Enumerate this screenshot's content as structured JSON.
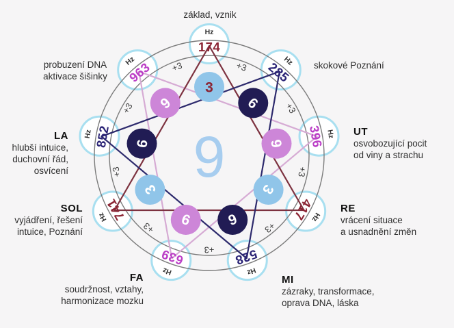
{
  "wheel": {
    "center_value": "9",
    "unit_label": "Hz",
    "step_label": "+3",
    "background": "#f6f5f6",
    "ring_stroke": "#a8dff0",
    "guide_circle_color": "#7b7b7b",
    "center_value_color": "#a7cdef",
    "digit_fills": {
      "3": "#90c5e9",
      "6": "#211c54",
      "9": "#cd86d8"
    },
    "nodes": [
      {
        "freq": "174",
        "digit": "3",
        "color": "#8b2433",
        "digit_color": "#8b2433"
      },
      {
        "freq": "285",
        "digit": "6",
        "color": "#2b2476",
        "digit_color": "#ffffff"
      },
      {
        "freq": "396",
        "digit": "9",
        "color": "#bb3ec6",
        "digit_color": "#ffffff"
      },
      {
        "freq": "417",
        "digit": "3",
        "color": "#8b2433",
        "digit_color": "#ffffff"
      },
      {
        "freq": "528",
        "digit": "6",
        "color": "#2b2476",
        "digit_color": "#ffffff"
      },
      {
        "freq": "639",
        "digit": "9",
        "color": "#bb3ec6",
        "digit_color": "#ffffff"
      },
      {
        "freq": "741",
        "digit": "3",
        "color": "#8b2433",
        "digit_color": "#ffffff"
      },
      {
        "freq": "852",
        "digit": "6",
        "color": "#2b2476",
        "digit_color": "#ffffff"
      },
      {
        "freq": "963",
        "digit": "9",
        "color": "#bb3ec6",
        "digit_color": "#ffffff"
      }
    ],
    "triangles": [
      {
        "name": "9",
        "color": "#d6abd4",
        "freqs": [
          "396",
          "639",
          "963"
        ]
      },
      {
        "name": "3",
        "color": "#7d3240",
        "freqs": [
          "174",
          "417",
          "741"
        ]
      },
      {
        "name": "6",
        "color": "#2d2a6d",
        "freqs": [
          "285",
          "528",
          "852"
        ]
      }
    ]
  },
  "side_labels": [
    {
      "title": "",
      "lines": [
        "základ, vznik"
      ]
    },
    {
      "title": "",
      "lines": [
        "probuzení DNA",
        "aktivace šišinky"
      ]
    },
    {
      "title": "",
      "lines": [
        "skokové Poznání"
      ]
    },
    {
      "title": "UT",
      "lines": [
        "osvobozující pocit",
        "od viny a strachu"
      ]
    },
    {
      "title": "RE",
      "lines": [
        "vrácení situace",
        "a usnadnění změn"
      ]
    },
    {
      "title": "MI",
      "lines": [
        "zázraky, transformace,",
        "oprava DNA, láska"
      ]
    },
    {
      "title": "FA",
      "lines": [
        "soudržnost, vztahy,",
        "harmonizace mozku"
      ]
    },
    {
      "title": "SOL",
      "lines": [
        "vyjádření, řešení",
        "intuice, Poznání"
      ]
    },
    {
      "title": "LA",
      "lines": [
        "hlubší intuice,",
        "duchovní řád,",
        "osvícení"
      ]
    }
  ]
}
